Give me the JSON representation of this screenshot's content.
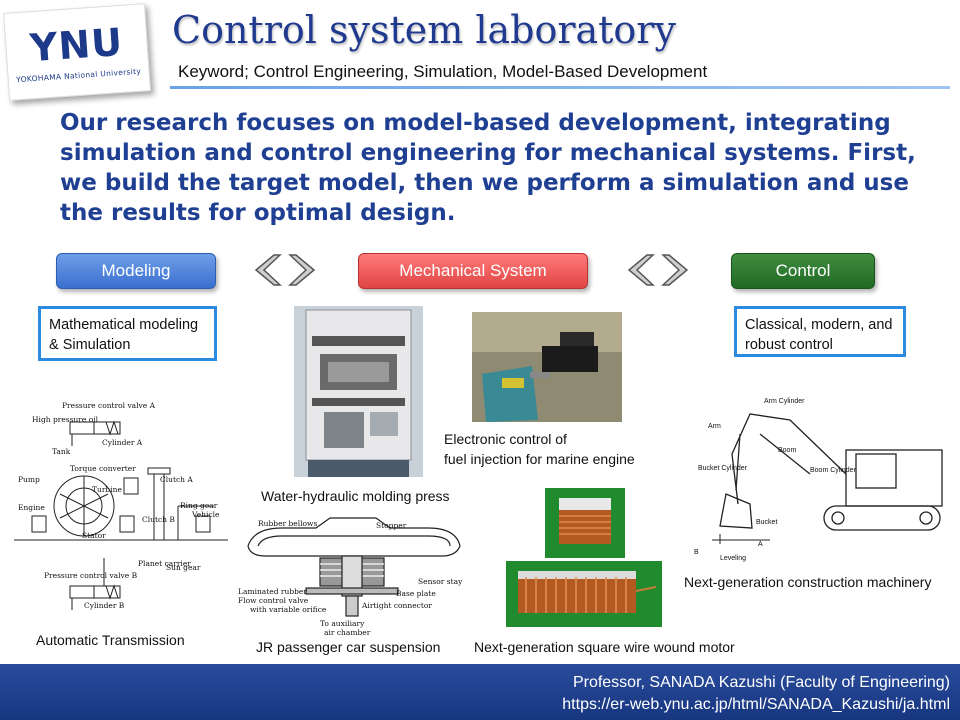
{
  "header": {
    "logo_text": "YNU",
    "logo_sub": "YOKOHAMA National University",
    "title": "Control system laboratory",
    "keyword": "Keyword;  Control Engineering, Simulation, Model-Based Development"
  },
  "intro": "Our research focuses on model-based development, integrating simulation and control engineering for mechanical systems. First, we build the target model, then we perform a simulation and use the results for optimal design.",
  "buttons": {
    "modeling": "Modeling",
    "mechanical": "Mechanical System",
    "control": "Control"
  },
  "boxes": {
    "modeling": "Mathematical modeling & Simulation",
    "control": "Classical, modern, and robust control"
  },
  "captions": {
    "transmission": "Automatic Transmission",
    "press": "Water-hydraulic molding press",
    "fuel_line1": "Electronic control of",
    "fuel_line2": "fuel injection for marine engine",
    "suspension": "JR passenger car suspension",
    "motor": "Next-generation square wire wound motor",
    "machinery": "Next-generation construction machinery"
  },
  "transmission_labels": {
    "pcv_a": "Pressure control valve A",
    "high_oil": "High pressure oil",
    "cyl_a": "Cylinder A",
    "tank": "Tank",
    "torque_conv": "Torque converter",
    "pump": "Pump",
    "turbine": "Turbine",
    "engine": "Engine",
    "stator": "Stator",
    "clutch_a": "Clutch A",
    "clutch_b": "Clutch B",
    "ring_gear": "Ring gear",
    "vehicle": "Vehicle",
    "planet": "Planet carrier",
    "sun_gear": "Sun gear",
    "pcv_b": "Pressure control valve B",
    "cyl_b": "Cylinder B"
  },
  "suspension_labels": {
    "bellows": "Rubber bellows",
    "stopper": "Stopper",
    "sensor": "Sensor stay",
    "base": "Base plate",
    "laminated": "Laminated rubber",
    "flow1": "Flow control valve",
    "flow2": "with variable orifice",
    "airtight": "Airtight connector",
    "aux1": "To auxiliary",
    "aux2": "air chamber"
  },
  "excavator_labels": {
    "arm_cyl": "Arm Cylinder",
    "arm": "Arm",
    "boom": "Boom",
    "bucket_cyl": "Bucket Cylinder",
    "boom_cyl": "Boom Cylinder",
    "bucket": "Bucket",
    "leveling": "Leveling",
    "a": "A",
    "b": "B"
  },
  "footer": {
    "line1": "Professor, SANADA Kazushi  (Faculty of Engineering)",
    "line2": "https://er-web.ynu.ac.jp/html/SANADA_Kazushi/ja.html"
  },
  "colors": {
    "title": "#1f3a8f",
    "modeling": "#3a6fcf",
    "mechanical": "#e04444",
    "control": "#1f6a24",
    "box_border": "#2c8be0",
    "footer": "#1e3f8a"
  }
}
